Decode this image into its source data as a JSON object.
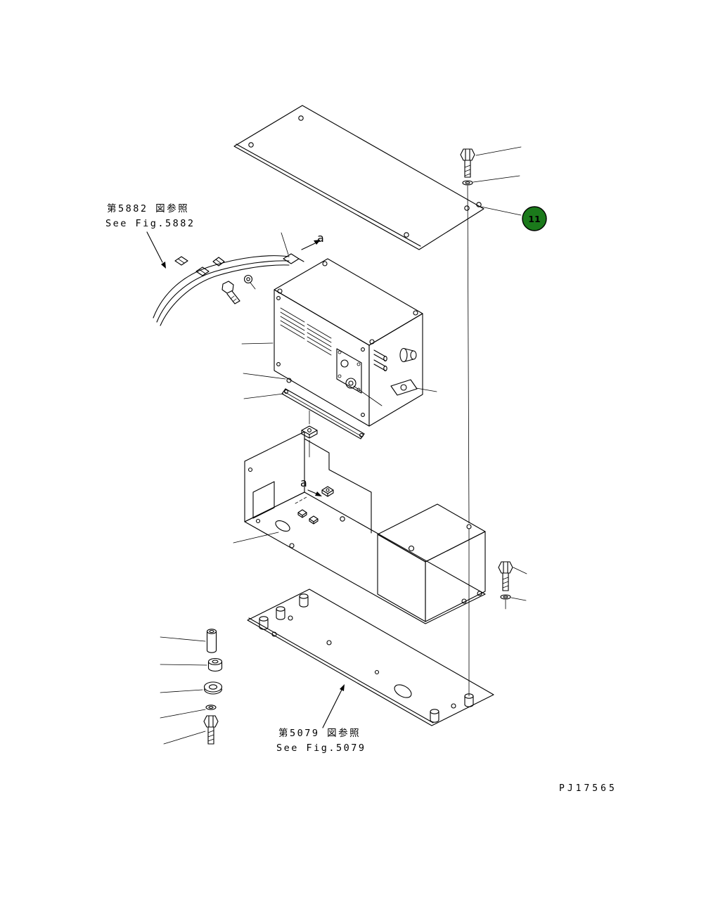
{
  "diagram": {
    "drawing_number": "PJ17565",
    "callout_badge": {
      "label": "11",
      "fill": "#1b7a1b",
      "text_color": "#ffffff"
    },
    "section_labels": {
      "top": "a",
      "bottom": "a"
    },
    "references": {
      "fig_5882": {
        "line1_jp": "第5882 図参照",
        "line2_en": "See Fig.5882"
      },
      "fig_5079": {
        "line1_jp": "第5079 図参照",
        "line2_en": "See Fig.5079"
      }
    },
    "colors": {
      "line": "#000000",
      "background": "#ffffff"
    }
  }
}
